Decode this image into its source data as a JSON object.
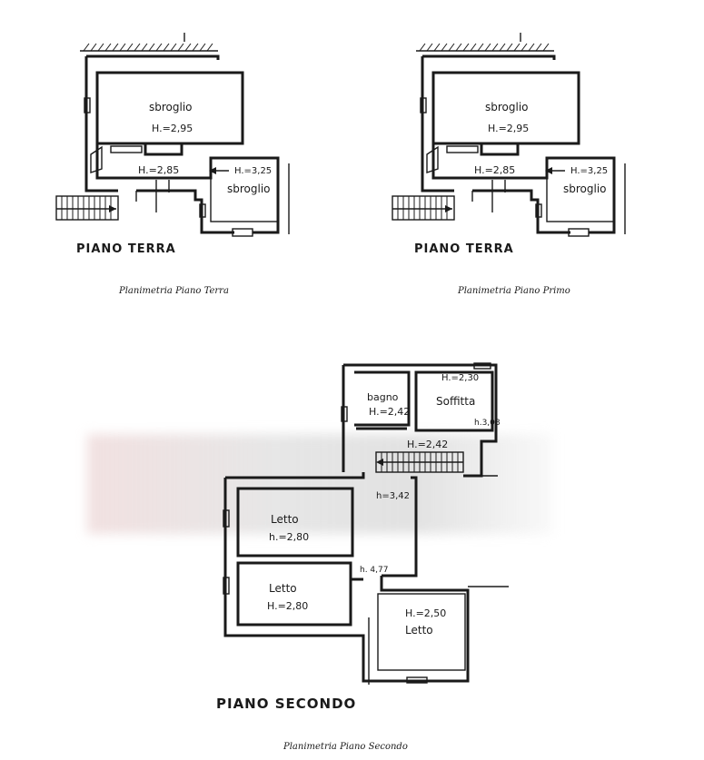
{
  "plans": [
    {
      "id": "terra",
      "floor_title": "PIANO TERRA",
      "caption": "Planimetria Piano Terra",
      "labels": {
        "room_main": "sbroglio",
        "room_main_height": "H.=2,95",
        "corridor_height": "H.=2,85",
        "room_side_height": "H.=3,25",
        "room_side": "sbroglio"
      }
    },
    {
      "id": "primo",
      "floor_title": "PIANO TERRA",
      "caption": "Planimetria Piano Primo",
      "labels": {
        "room_main": "sbroglio",
        "room_main_height": "H.=2,95",
        "corridor_height": "H.=2,85",
        "room_side_height": "H.=3,25",
        "room_side": "sbroglio"
      }
    },
    {
      "id": "secondo",
      "floor_title": "PIANO SECONDO",
      "caption": "Planimetria Piano Secondo",
      "labels": {
        "bagno": "bagno",
        "bagno_height": "H.=2,42",
        "soffitta_height": "H.=2,30",
        "soffitta": "Soffitta",
        "soffitta_side_height": "h.3,08",
        "stair_height": "H.=2,42",
        "landing_height": "h=3,42",
        "letto1": "Letto",
        "letto1_height": "h.=2,80",
        "letto2": "Letto",
        "letto2_height": "H.=2,80",
        "passage_height": "h. 4,77",
        "letto3_height": "H.=2,50",
        "letto3": "Letto"
      }
    }
  ]
}
